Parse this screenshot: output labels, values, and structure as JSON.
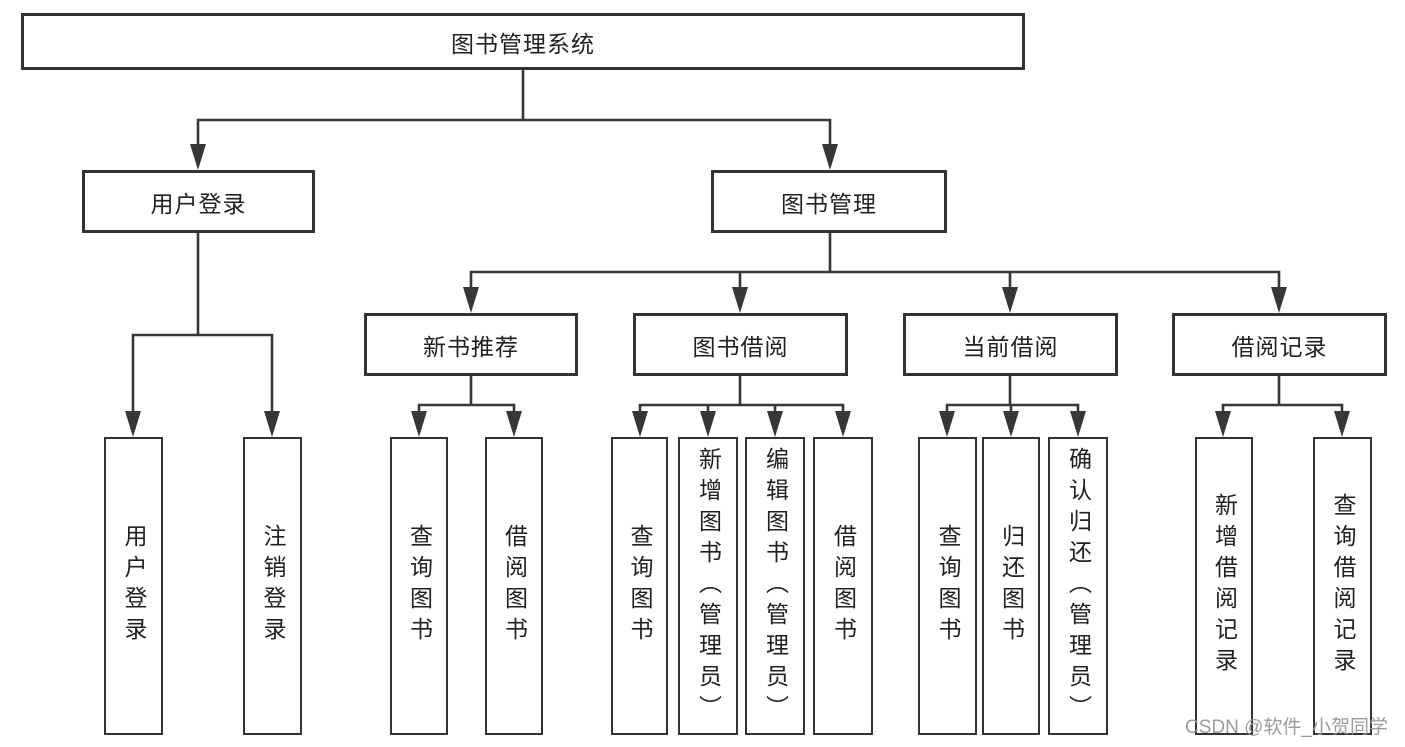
{
  "tree": {
    "root": {
      "label": "图书管理系统"
    },
    "login": {
      "label": "用户登录",
      "leaves": [
        {
          "label": "用户登录"
        },
        {
          "label": "注销登录"
        }
      ]
    },
    "management": {
      "label": "图书管理",
      "groups": [
        {
          "label": "新书推荐",
          "leaves": [
            {
              "label": "查询图书"
            },
            {
              "label": "借阅图书"
            }
          ]
        },
        {
          "label": "图书借阅",
          "leaves": [
            {
              "label": "查询图书"
            },
            {
              "label": "新增图书（管理员）"
            },
            {
              "label": "编辑图书（管理员）"
            },
            {
              "label": "借阅图书"
            }
          ]
        },
        {
          "label": "当前借阅",
          "leaves": [
            {
              "label": "查询图书"
            },
            {
              "label": "归还图书"
            },
            {
              "label": "确认归还（管理员）"
            }
          ]
        },
        {
          "label": "借阅记录",
          "leaves": [
            {
              "label": "新增借阅记录"
            },
            {
              "label": "查询借阅记录"
            }
          ]
        }
      ]
    }
  },
  "watermark": {
    "text": "CSDN @软件_小贺同学"
  },
  "colors": {
    "background": "#ffffff",
    "line": "#373737",
    "box_border": "#333333",
    "text": "#212121",
    "watermark": "#949494"
  }
}
